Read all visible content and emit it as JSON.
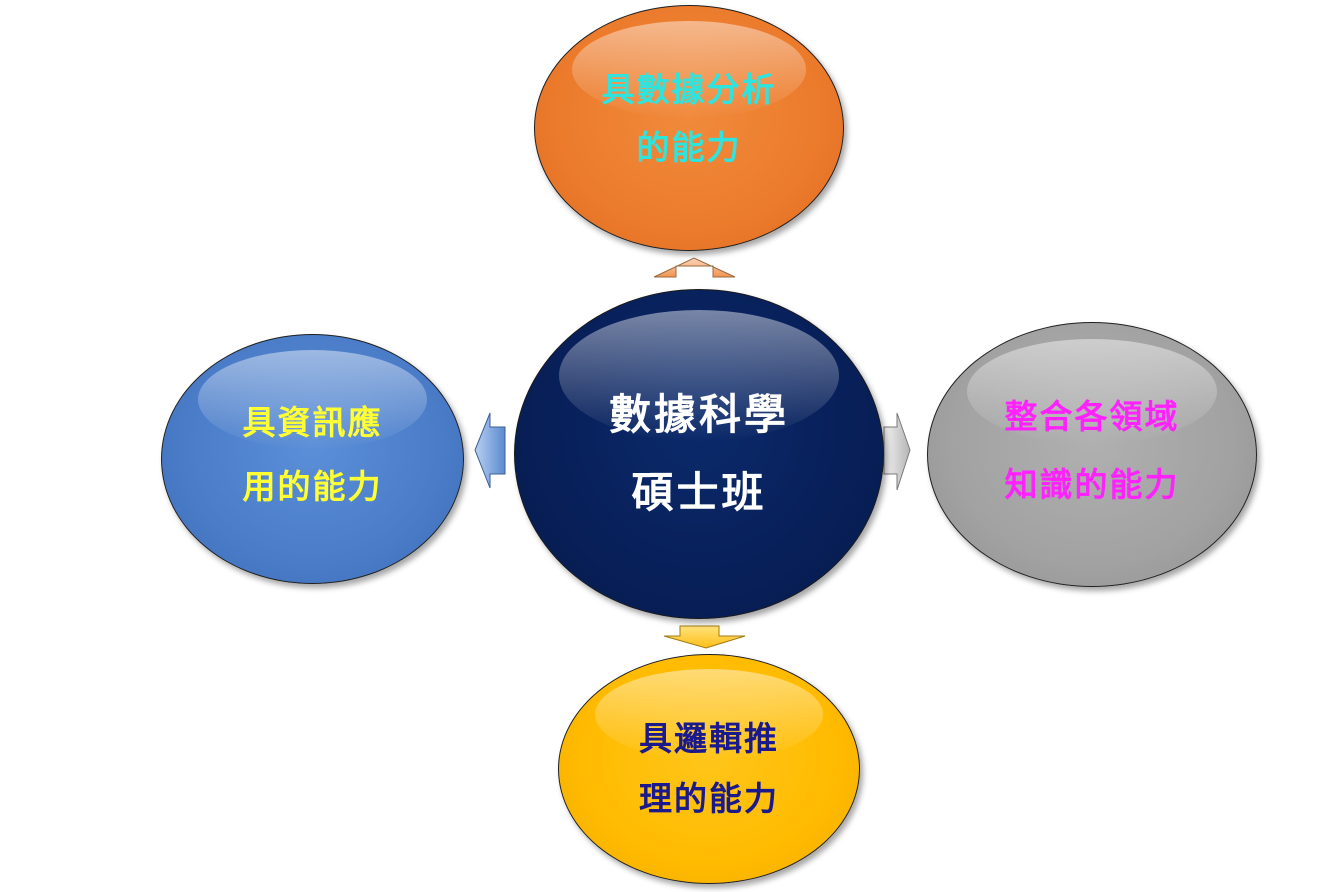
{
  "center": {
    "line1": "數據科學",
    "line2": "碩士班"
  },
  "top": {
    "line1": "具數據分析",
    "line2": "的能力"
  },
  "left": {
    "line1": "具資訊應",
    "line2": "用的能力"
  },
  "right": {
    "line1": "整合各領域",
    "line2": "知識的能力"
  },
  "bottom": {
    "line1": "具邏輯推",
    "line2": "理的能力"
  },
  "colors": {
    "center_fill": "#082261",
    "top_fill": "#ED7D31",
    "left_fill": "#4A7CC8",
    "right_fill": "#A5A5A5",
    "bottom_fill": "#FFC000",
    "top_text": "#2FE3DE",
    "left_text": "#FFFF33",
    "right_text": "#FF22FF",
    "bottom_text": "#1A1A8C",
    "center_text": "#FFFFFF"
  },
  "connectors": [
    {
      "direction": "up",
      "icon": "arrow-up-icon"
    },
    {
      "direction": "left",
      "icon": "arrow-left-icon"
    },
    {
      "direction": "right",
      "icon": "arrow-right-icon"
    },
    {
      "direction": "down",
      "icon": "arrow-down-icon"
    }
  ]
}
